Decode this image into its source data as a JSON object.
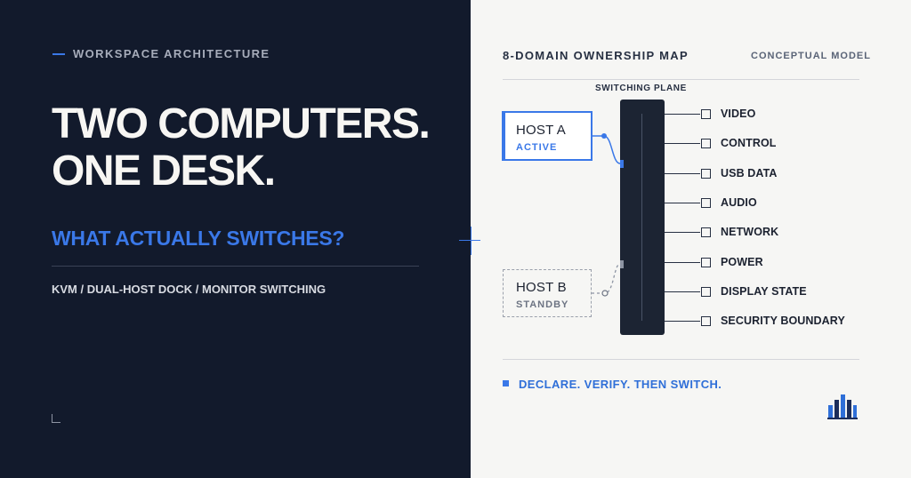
{
  "left": {
    "eyebrow": "WORKSPACE ARCHITECTURE",
    "headline_line1": "TWO COMPUTERS.",
    "headline_line2": "ONE DESK.",
    "question": "WHAT ACTUALLY SWITCHES?",
    "tagline": "KVM / DUAL-HOST DOCK / MONITOR SWITCHING"
  },
  "right": {
    "title": "8-DOMAIN OWNERSHIP MAP",
    "tag": "CONCEPTUAL MODEL",
    "plane_label": "SWITCHING PLANE",
    "hosts": [
      {
        "name": "HOST A",
        "status": "ACTIVE"
      },
      {
        "name": "HOST B",
        "status": "STANDBY"
      }
    ],
    "domains": [
      {
        "label": "VIDEO"
      },
      {
        "label": "CONTROL"
      },
      {
        "label": "USB DATA"
      },
      {
        "label": "AUDIO"
      },
      {
        "label": "NETWORK"
      },
      {
        "label": "POWER"
      },
      {
        "label": "DISPLAY STATE"
      },
      {
        "label": "SECURITY BOUNDARY"
      }
    ],
    "motto": "DECLARE. VERIFY. THEN SWITCH."
  },
  "colors": {
    "dark_panel": "#121a2c",
    "light_panel": "#f6f6f4",
    "accent": "#3a78e8",
    "plane": "#1c2433"
  },
  "icons": {
    "logo": "bar-chart-logo-icon",
    "crosshair": "crosshair-icon",
    "corner": "corner-bracket-icon"
  }
}
